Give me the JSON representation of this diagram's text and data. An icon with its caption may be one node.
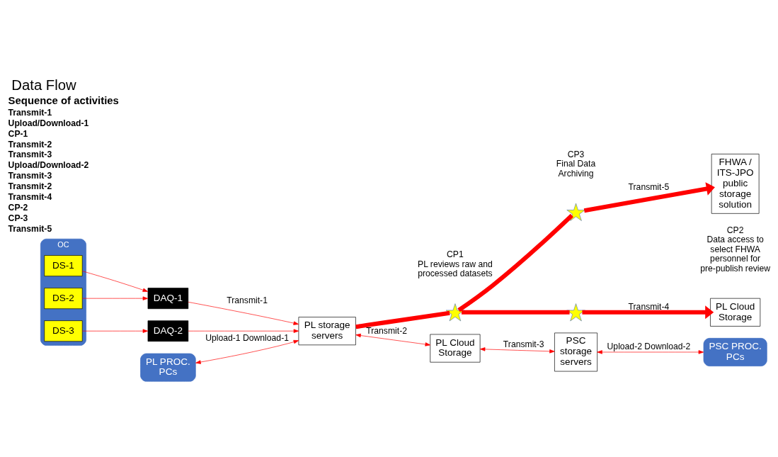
{
  "diagram": {
    "title": "Data Flow",
    "nodes": [
      {
        "text": [
          "OC"
        ]
      },
      {
        "text": [
          "DS-1"
        ],
        "in": 0
      },
      {
        "text": [
          "DS-2"
        ],
        "in": 0
      },
      {
        "text": [
          "DS-3"
        ],
        "in": 0
      },
      {
        "text": [
          "DAQ-1"
        ]
      },
      {
        "text": [
          "DAQ-2"
        ]
      },
      {
        "text": [
          "PL PROC. PCs"
        ]
      },
      {
        "text": [
          "PL storage servers"
        ]
      },
      {
        "text": [
          "PL Cloud Storage"
        ],
        "beside": [
          "CP2",
          "Data access to select FHWA personnel for pre-publish review"
        ]
      },
      {
        "text": [],
        "shape": "star",
        "beside": [
          "CP1",
          "PL reviews raw and processed datasets"
        ]
      },
      {
        "text": [],
        "shape": "star"
      },
      {
        "text": [],
        "shape": "star",
        "beside": [
          "CP3",
          "Final Data Archiving"
        ]
      },
      {
        "text": [
          "FHWA / ITS-JPO public storage solution"
        ]
      },
      {
        "text": [
          "PL Cloud Storage"
        ]
      },
      {
        "text": [
          "PSC storage servers"
        ]
      },
      {
        "text": [
          "PSC PROC. PCs"
        ]
      }
    ],
    "edges": [
      {
        "from": 1,
        "to": 4,
        "arrow": "to"
      },
      {
        "from": 2,
        "to": 4,
        "arrow": "to"
      },
      {
        "from": 3,
        "to": 5,
        "arrow": "to"
      },
      {
        "from": 4,
        "to": 7,
        "arrow": "to",
        "label": "Transmit-1"
      },
      {
        "from": 5,
        "to": 7,
        "arrow": "to"
      },
      {
        "from": 6,
        "to": 7,
        "arrow": "both",
        "label": "Upload-1 Download-1"
      },
      {
        "from": 7,
        "to": 9,
        "arrow": "none",
        "style": "thick"
      },
      {
        "from": 9,
        "to": 10,
        "arrow": "none",
        "style": "thick"
      },
      {
        "from": 10,
        "to": 8,
        "arrow": "to",
        "style": "thick",
        "label": "Transmit-4"
      },
      {
        "from": 9,
        "to": 11,
        "arrow": "none",
        "style": "thick"
      },
      {
        "from": 11,
        "to": 12,
        "arrow": "to",
        "style": "thick",
        "label": "Transmit-5"
      },
      {
        "from": 7,
        "to": 13,
        "arrow": "both",
        "label": "Transmit-2"
      },
      {
        "from": 13,
        "to": 14,
        "arrow": "both",
        "label": "Transmit-3"
      },
      {
        "from": 14,
        "to": 15,
        "arrow": "both",
        "label": "Upload-2 Download-2"
      }
    ],
    "labels": [
      "Sequence of activities",
      "Transmit-1",
      "Upload/Download-1",
      "CP-1",
      "Transmit-2",
      "Transmit-3",
      "Upload/Download-2",
      "Transmit-3",
      "Transmit-2",
      "Transmit-4",
      "CP-2",
      "CP-3",
      "Transmit-5"
    ]
  }
}
